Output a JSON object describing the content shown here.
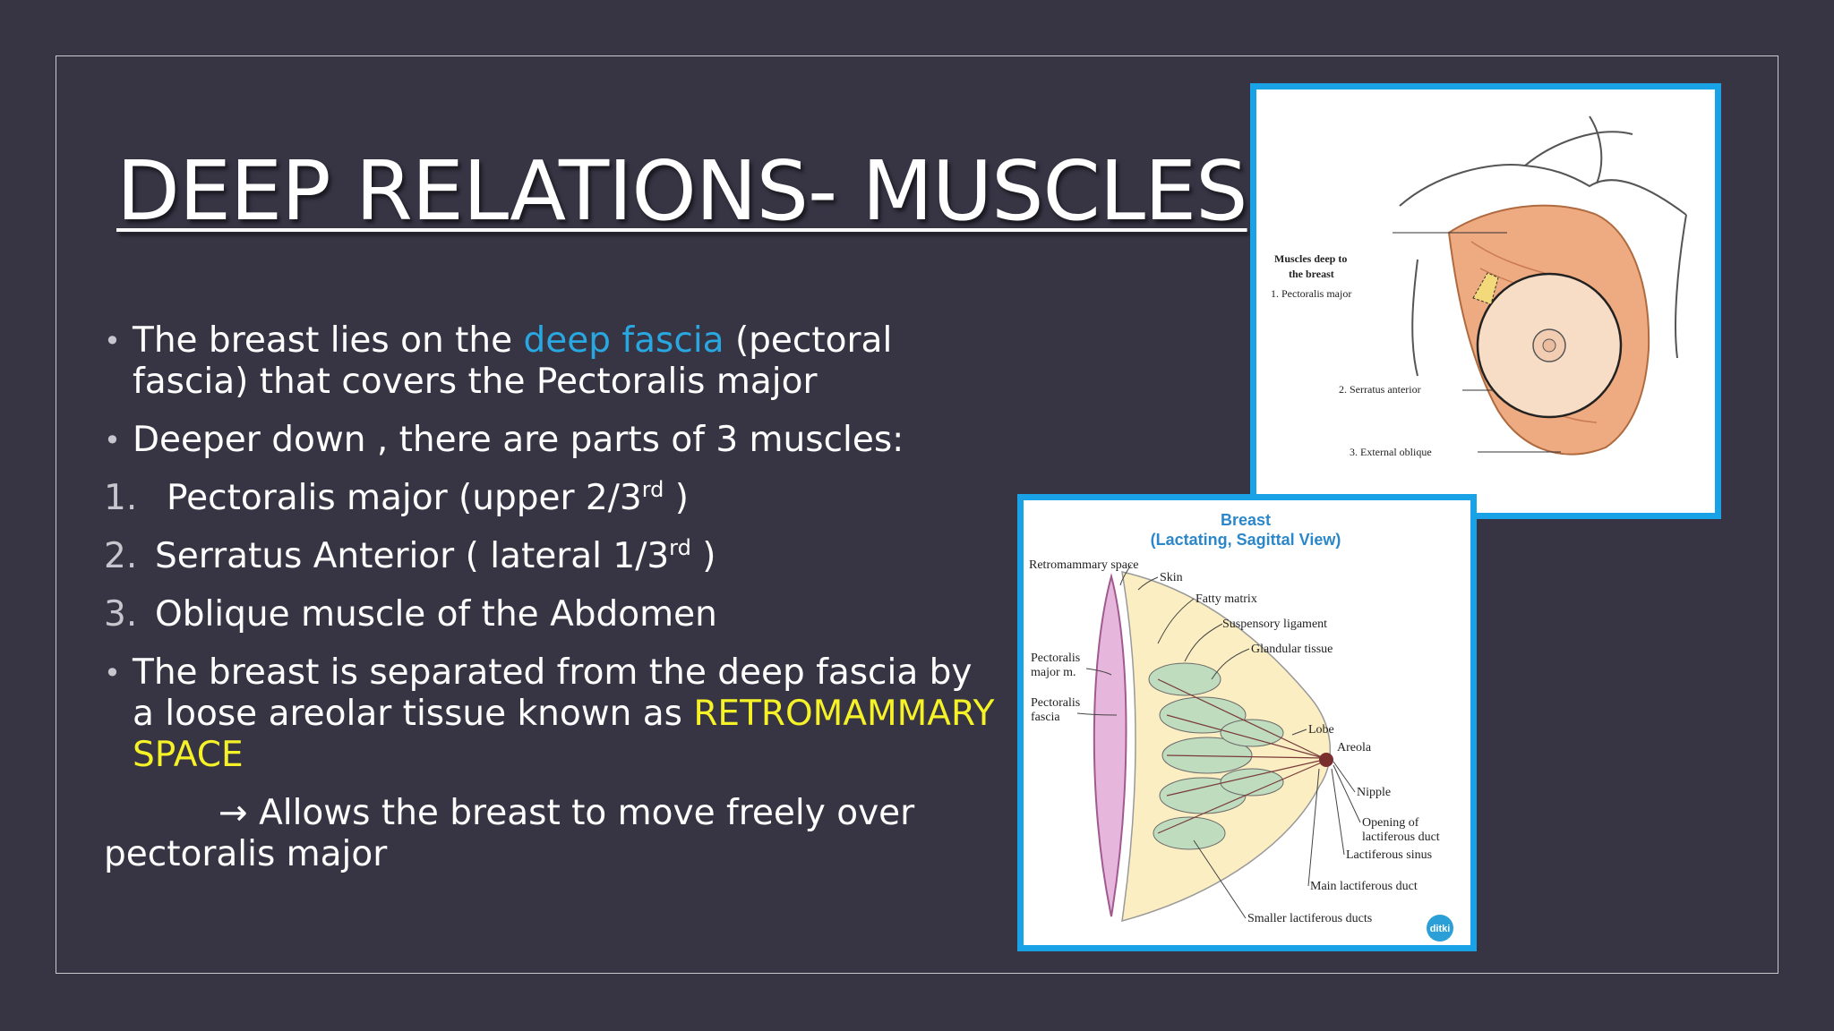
{
  "slide": {
    "title": "DEEP RELATIONS- MUSCLES",
    "bullet1": {
      "pre": "The breast lies on the ",
      "highlight": "deep fascia",
      "post": " (pectoral fascia) that covers the Pectoralis major"
    },
    "bullet2": "Deeper down , there are parts of 3 muscles:",
    "list": [
      {
        "num": "1.",
        "text": "Pectoralis major (upper 2/3",
        "sup": "rd",
        "tail": " )"
      },
      {
        "num": "2.",
        "text": "Serratus Anterior ( lateral 1/3",
        "sup": "rd",
        "tail": " )"
      },
      {
        "num": "3.",
        "text": "Oblique muscle of the Abdomen",
        "sup": "",
        "tail": ""
      }
    ],
    "bullet3": {
      "pre": "The breast is separated from the deep fascia by a loose areolar tissue known as ",
      "highlight": "RETROMAMMARY SPACE"
    },
    "arrow_note": "→ Allows the breast to move freely over pectoralis major"
  },
  "figure1": {
    "heading": [
      "Muscles deep to",
      "the breast"
    ],
    "labels": [
      "1. Pectoralis major",
      "2. Serratus anterior",
      "3. External oblique"
    ]
  },
  "figure2": {
    "title": [
      "Breast",
      "(Lactating, Sagittal View)"
    ],
    "labels": {
      "retro": "Retromammary space",
      "skin": "Skin",
      "fatty": "Fatty matrix",
      "susp": "Suspensory ligament",
      "gland": "Glandular tissue",
      "pm1": "Pectoralis",
      "pm2": "major m.",
      "pf1": "Pectoralis",
      "pf2": "fascia",
      "lobe": "Lobe",
      "areola": "Areola",
      "nipple": "Nipple",
      "open1": "Opening of",
      "open2": "lactiferous duct",
      "sinus": "Lactiferous sinus",
      "main": "Main lactiferous duct",
      "small": "Smaller lactiferous ducts",
      "logo": "ditki"
    }
  },
  "colors": {
    "background": "#373544",
    "accent_blue": "#29a7e0",
    "accent_yellow": "#f5f227",
    "frame_blue": "#1aa2e6"
  }
}
